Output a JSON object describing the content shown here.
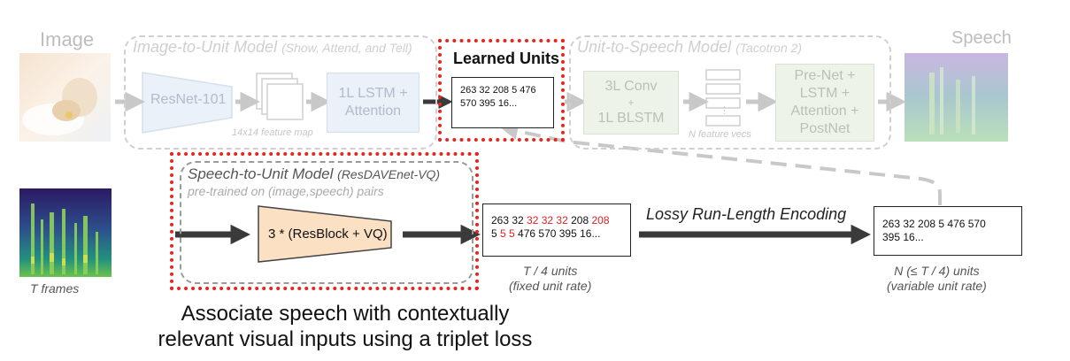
{
  "top_row": {
    "image_label": "Image",
    "speech_label": "Speech",
    "image_to_unit": {
      "title": "Image-to-Unit Model",
      "paren": "(Show, Attend, and Tell)",
      "resnet": "ResNet-101",
      "lstm_line1": "1L LSTM +",
      "lstm_line2": "Attention",
      "feature_map": "14x14 feature map"
    },
    "learned_units": {
      "title": "Learned Units",
      "line1": "263 32 208 5 476",
      "line2": "570 395 16..."
    },
    "unit_to_speech": {
      "title": "Unit-to-Speech Model",
      "paren": "(Tacotron 2)",
      "conv_line1": "3L Conv",
      "conv_line2": "+",
      "conv_line3": "1L BLSTM",
      "feature_vecs": "N feature vecs",
      "dots": "⋮",
      "postnet_line1": "Pre-Net +",
      "postnet_line2": "LSTM +",
      "postnet_line3": "Attention +",
      "postnet_line4": "PostNet"
    }
  },
  "bottom_row": {
    "speech_to_unit": {
      "title": "Speech-to-Unit Model",
      "paren": "(ResDAVEnet-VQ)",
      "subtitle": "pre-trained on (image,speech) pairs",
      "block": "3 * (ResBlock + VQ)"
    },
    "t_frames": "T frames",
    "fixed_units": {
      "a1": "263 32 ",
      "a2": "32 32 32",
      "a3": " 208 ",
      "a4": "208",
      "b1": "5 ",
      "b2": "5 5",
      "b3": " 476 570 395 16...",
      "caption1": "T / 4 units",
      "caption2": "(fixed unit rate)"
    },
    "rle_label": "Lossy Run-Length Encoding",
    "variable_units": {
      "line1": "263 32 208 5 476 570",
      "line2": "395 16...",
      "caption1": "N (≤ T / 4) units",
      "caption2": "(variable unit rate)"
    }
  },
  "annotation": {
    "line1": "Associate speech with contextually",
    "line2": "relevant visual inputs using a triplet loss"
  },
  "colors": {
    "highlight_red": "#e3261f",
    "unit_red": "#e02020",
    "block_fill": "#fbe0c4"
  }
}
